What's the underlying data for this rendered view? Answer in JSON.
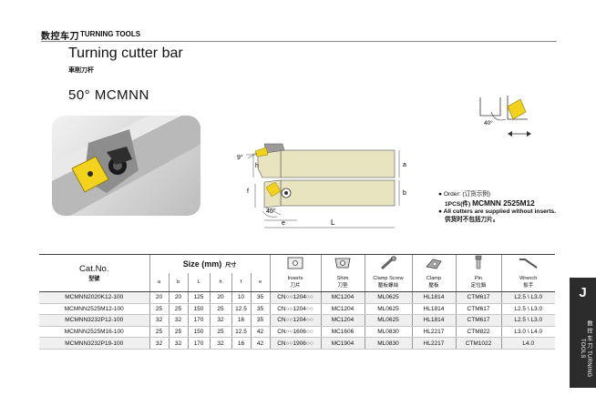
{
  "header": {
    "section_zh": "数控车刀",
    "section_en": "TURNING TOOLS"
  },
  "title": "Turning cutter bar",
  "subtitle_zh": "車削刀杆",
  "model": "50° MCMNN",
  "drawing": {
    "angle_9": "9°",
    "label_h": "h",
    "label_a": "a",
    "label_f": "f",
    "label_b": "b",
    "angle_40": "40°",
    "label_e": "e",
    "label_L": "L"
  },
  "angle_detail": {
    "label": "40°"
  },
  "order": {
    "line1": "● Order: (订货示例)",
    "line2_prefix": "1PCS(件)",
    "line2_code": "MCMNN 2525M12",
    "line3": "● All cutters are supplied without inserts.",
    "line4": "供货时不包括刀片。"
  },
  "table": {
    "catno_en": "Cat.No.",
    "catno_zh": "型號",
    "size_label": "Size (mm)",
    "size_label_zh": "尺寸",
    "dims": [
      "a",
      "b",
      "L",
      "h",
      "f",
      "e"
    ],
    "parts": [
      {
        "en": "Inserts",
        "zh": "刀片",
        "icon": "insert-icon"
      },
      {
        "en": "Shim",
        "zh": "刀垫",
        "icon": "shim-icon"
      },
      {
        "en": "Clamp Screw",
        "zh": "壓板螺絲",
        "icon": "clamp-screw-icon"
      },
      {
        "en": "Clamp",
        "zh": "壓板",
        "icon": "clamp-icon"
      },
      {
        "en": "Pin",
        "zh": "定位銷",
        "icon": "pin-icon"
      },
      {
        "en": "Wrench",
        "zh": "扳手",
        "icon": "wrench-icon"
      }
    ],
    "rows": [
      [
        "MCMNN2020K12-100",
        "20",
        "20",
        "125",
        "20",
        "10",
        "35",
        "CN○○1204○○",
        "MC1204",
        "ML0625",
        "HL1814",
        "CTM617",
        "L2.5 \\ L3.0"
      ],
      [
        "MCMNN2525M12-100",
        "25",
        "25",
        "150",
        "25",
        "12.5",
        "35",
        "CN○○1204○○",
        "MC1204",
        "ML0625",
        "HL1814",
        "CTM617",
        "L2.5 \\ L3.0"
      ],
      [
        "MCMNN3232P12-100",
        "32",
        "32",
        "170",
        "32",
        "16",
        "35",
        "CN○○1204○○",
        "MC1204",
        "ML0625",
        "HL1814",
        "CTM617",
        "L2.5 \\ L3.0"
      ],
      [
        "MCMNN2525M16-100",
        "25",
        "25",
        "150",
        "25",
        "12.5",
        "42",
        "CN○○1606○○",
        "MC1606",
        "ML0830",
        "HL2217",
        "CTM822",
        "L3.0 \\ L4.0"
      ],
      [
        "MCMNN3232P19-100",
        "32",
        "32",
        "170",
        "32",
        "16",
        "42",
        "CN○○1906○○",
        "MC1904",
        "ML0830",
        "HL2217",
        "CTM1022",
        "L4.0"
      ]
    ]
  },
  "side_tab": {
    "letter": "J",
    "text": "数 控 车 刀  TURNING TOOLS"
  },
  "colors": {
    "insert_yellow": "#f2d21c",
    "shank": "#e8e4bf",
    "tab": "#2c2c2c"
  }
}
